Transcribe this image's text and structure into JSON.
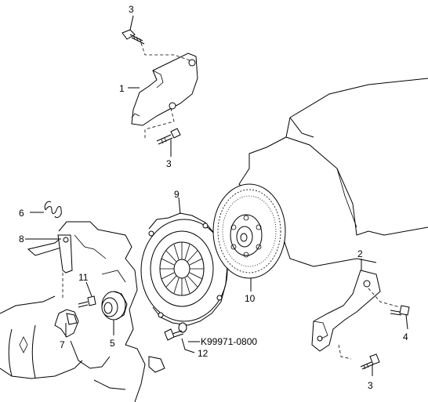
{
  "labels": {
    "bracket_upper": "1",
    "bracket_lower": "2",
    "bolt": "3",
    "bolt_right": "4",
    "release_bearing": "5",
    "spring": "6",
    "release_fork": "7",
    "lever": "8",
    "pressure_plate": "9",
    "clutch_disc": "10",
    "fork_bolt": "11",
    "pilot_bolt": "12",
    "part_number": "K99971-0800"
  }
}
